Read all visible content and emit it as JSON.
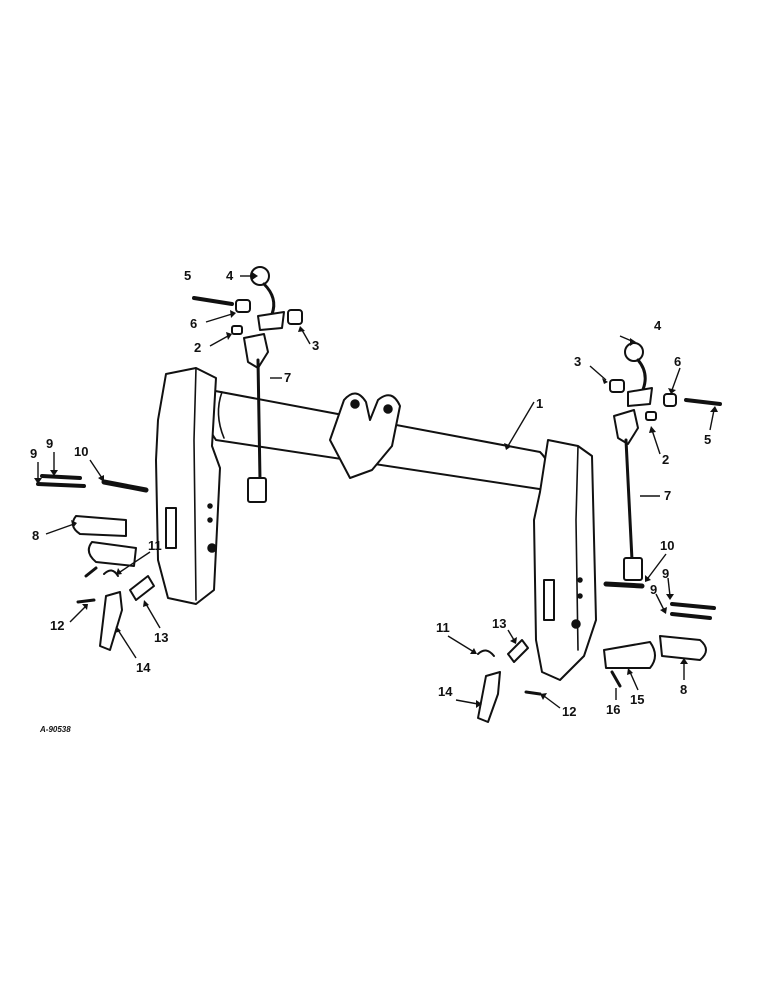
{
  "figure_ref": "A-90538",
  "callouts": [
    {
      "label": "1"
    },
    {
      "label": "2"
    },
    {
      "label": "3"
    },
    {
      "label": "4"
    },
    {
      "label": "5"
    },
    {
      "label": "6"
    },
    {
      "label": "7"
    },
    {
      "label": "2"
    },
    {
      "label": "3"
    },
    {
      "label": "4"
    },
    {
      "label": "6"
    },
    {
      "label": "5"
    },
    {
      "label": "7"
    },
    {
      "label": "9"
    },
    {
      "label": "9"
    },
    {
      "label": "10"
    },
    {
      "label": "8"
    },
    {
      "label": "11"
    },
    {
      "label": "12"
    },
    {
      "label": "13"
    },
    {
      "label": "14"
    },
    {
      "label": "10"
    },
    {
      "label": "9"
    },
    {
      "label": "9"
    },
    {
      "label": "8"
    },
    {
      "label": "15"
    },
    {
      "label": "16"
    },
    {
      "label": "11"
    },
    {
      "label": "13"
    },
    {
      "label": "14"
    },
    {
      "label": "12"
    }
  ]
}
